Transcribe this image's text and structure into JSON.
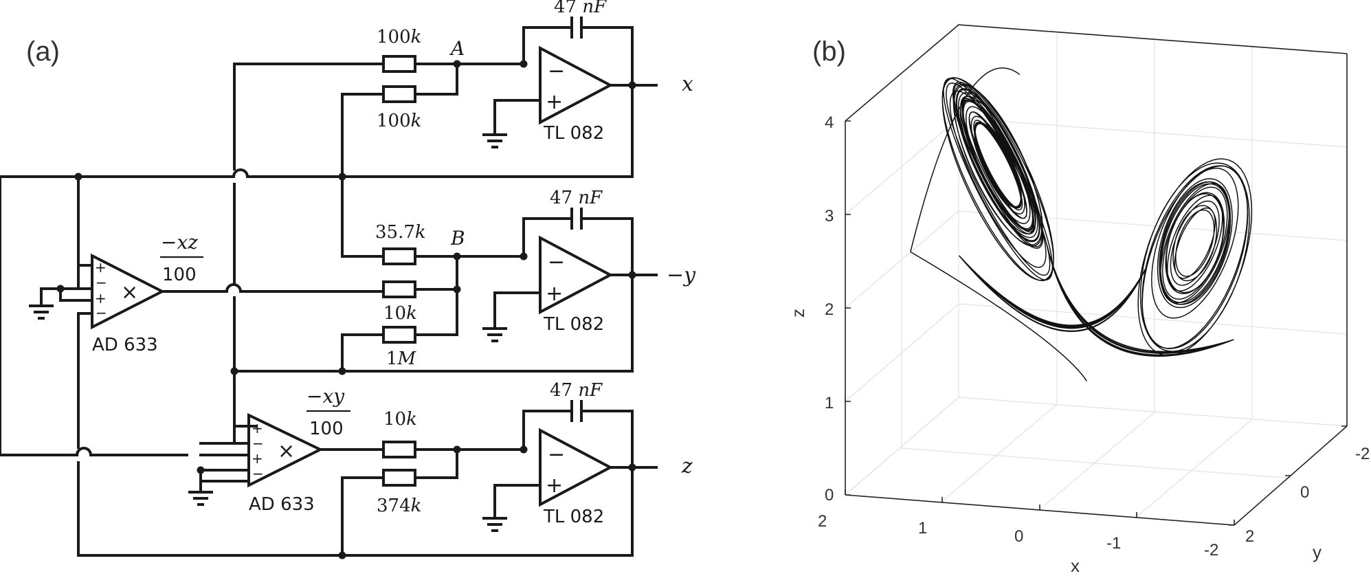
{
  "panels": {
    "a": "(a)",
    "b": "(b)"
  },
  "circuit": {
    "outputs": {
      "x": "x",
      "y": "−y",
      "z": "z"
    },
    "nodes": {
      "A": "A",
      "B": "B"
    },
    "resistors": {
      "r1": "100",
      "r1u": "k",
      "r2": "100",
      "r2u": "k",
      "r3": "35.7",
      "r3u": "k",
      "r4": "10",
      "r4u": "k",
      "r5": "1",
      "r5u": "M",
      "r6": "10",
      "r6u": "k",
      "r7": "374",
      "r7u": "k"
    },
    "capacitors": {
      "c1": "47",
      "c2": "47",
      "c3": "47",
      "cu": "nF"
    },
    "opamp_label": "TL 082",
    "multiplier_label": "AD 633",
    "multiplier_symbol": "×",
    "inputs": {
      "plus": "+",
      "minus": "−"
    },
    "mult1_out": {
      "num": "−xz",
      "den": "100"
    },
    "mult2_out": {
      "num": "−xy",
      "den": "100"
    }
  },
  "chart_data": {
    "type": "line",
    "projection": "3d",
    "title": "",
    "xlabel": "x",
    "ylabel": "y",
    "zlabel": "z",
    "xlim": [
      -2,
      2
    ],
    "ylim": [
      -2,
      2
    ],
    "zlim": [
      0,
      4
    ],
    "xticks": [
      "2",
      "1",
      "0",
      "-1",
      "-2"
    ],
    "yticks": [
      "-2",
      "0",
      "2"
    ],
    "zticks": [
      "0",
      "1",
      "2",
      "3",
      "4"
    ],
    "grid": true,
    "series": [
      {
        "attractor": "two-scroll",
        "left_lobe_center": {
          "x": 1.1,
          "y": -0.3,
          "z": 3.0
        },
        "right_lobe_center": {
          "x": -1.1,
          "y": 0.3,
          "z": 2.5
        },
        "lobe_radius": 0.75,
        "lowest_point_z": 0.85,
        "highest_point_z": 4.1
      }
    ]
  }
}
